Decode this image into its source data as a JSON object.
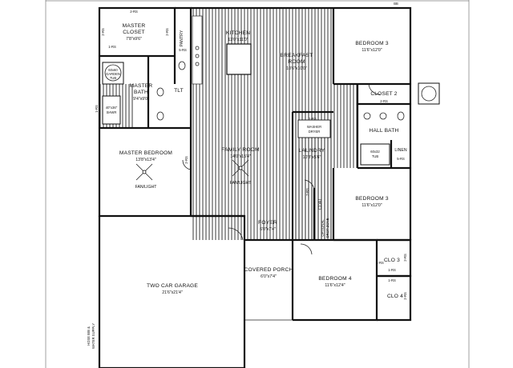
{
  "plan": {
    "rooms": [
      {
        "id": "master-closet",
        "name": "MASTER\nCLOSET",
        "dims": "7'8\"x9'6\""
      },
      {
        "id": "pantry",
        "name": "PANTRY",
        "dims": ""
      },
      {
        "id": "kitchen",
        "name": "KITCHEN",
        "dims": "13'0\"x11'0\""
      },
      {
        "id": "breakfast-room",
        "name": "BREAKFAST\nROOM",
        "dims": "10'6\"x10'0\""
      },
      {
        "id": "bedroom-3-top",
        "name": "BEDROOM 3",
        "dims": "11'6\"x12'0\""
      },
      {
        "id": "closet-2",
        "name": "CLOSET 2",
        "dims": ""
      },
      {
        "id": "master-bath",
        "name": "MASTER\nBATH",
        "dims": "9'4\"x9'0\""
      },
      {
        "id": "tlt",
        "name": "TLT",
        "dims": ""
      },
      {
        "id": "master-bedroom",
        "name": "MASTER BEDROOM",
        "dims": "13'8\"x13'4\""
      },
      {
        "id": "family-room",
        "name": "FAMILY ROOM",
        "dims": "14'0\"x15'4\""
      },
      {
        "id": "laundry",
        "name": "LAUNDRY",
        "dims": "10'8\"x5'6\""
      },
      {
        "id": "hall-bath",
        "name": "HALL BATH",
        "dims": ""
      },
      {
        "id": "linen",
        "name": "LINEN",
        "dims": ""
      },
      {
        "id": "bedroom-3-right",
        "name": "BEDROOM 3",
        "dims": "11'6\"x12'0\""
      },
      {
        "id": "foyer",
        "name": "FOYER",
        "dims": "6'0\"x7'4\""
      },
      {
        "id": "two-car-garage",
        "name": "TWO CAR GARAGE",
        "dims": "21'6\"x21'4\""
      },
      {
        "id": "covered-porch",
        "name": "COVERED PORCH",
        "dims": "6'0\"x7'4\""
      },
      {
        "id": "bedroom-4",
        "name": "BEDROOM 4",
        "dims": "11'6\"x12'4\""
      },
      {
        "id": "clo-3",
        "name": "CLO 3",
        "dims": ""
      },
      {
        "id": "clo-4",
        "name": "CLO 4",
        "dims": ""
      }
    ],
    "fixtures": {
      "fan_light_master": "FAN/LIGHT",
      "fan_light_family": "FAN/LIGHT",
      "tub": "60x60\nGARDEN\nTUB",
      "shower": "40\"x36\"\nSHWR",
      "hall_tub": "60x32\nTUB",
      "coat": "COAT",
      "optional_drop_zone": "OPTIONAL\nDROP ZONE",
      "hose_bib": "HOSE BIB &\nWATER SUPPLY",
      "washer_dryer": "WASHER\nDRYER",
      "bb": "BB"
    },
    "shelf_notes": [
      "2-RS",
      "2-RS",
      "5-RS",
      "2-RS",
      "1-RS",
      "2-RS",
      "5-RS",
      "2-RS",
      "1-RS",
      "1-RS",
      "2-RS",
      "2-RS",
      "1-RS",
      "2-RS",
      "1-RS",
      "1-RS"
    ]
  }
}
